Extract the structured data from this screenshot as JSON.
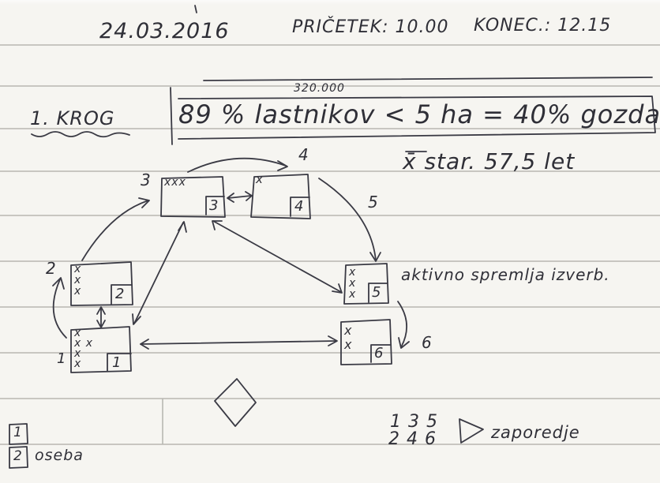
{
  "header": {
    "date": "24.03.2016",
    "start": "PRIČETEK: 10.00",
    "end": "KONEC.: 12.15"
  },
  "round": {
    "label": "1. KROG"
  },
  "stat": {
    "superscript": "320.000",
    "main": "89 % lastnikov < 5 ha = 40% gozda",
    "age": "x̄ star. 57,5 let"
  },
  "diagram": {
    "boxes": [
      {
        "id": "1",
        "marks": "x\nx x\nx\nx"
      },
      {
        "id": "2",
        "marks": "x\nx\nx"
      },
      {
        "id": "3",
        "marks": "xxx"
      },
      {
        "id": "4",
        "marks": "x"
      },
      {
        "id": "5",
        "marks": "x\nx\nx"
      },
      {
        "id": "6",
        "marks": "x\nx"
      }
    ],
    "arrow_labels": [
      "1",
      "2",
      "3",
      "4",
      "5",
      "6"
    ],
    "note": "aktivno spremlja izverb."
  },
  "legend": {
    "box1": "1",
    "box2": "2",
    "person": "oseba",
    "order_top": "1 3 5",
    "order_bottom": "2 4 6",
    "order_label": "zaporedje"
  }
}
